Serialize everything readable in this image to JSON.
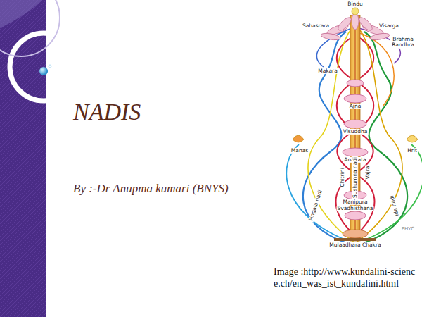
{
  "diagram": {
    "title": "NADIS",
    "caption": "Image :http://www.kundalini-science.ch/en_was_ist_kundalini.html",
    "labels": [
      "Bindu",
      "Sahasrara",
      "Visarga",
      "Brahma Randhra",
      "Makara",
      "Ajna",
      "Manas",
      "Visuddha",
      "Hrit",
      "Anahata",
      "Chitrini",
      "Sushumna nadi",
      "Vajra",
      "Manipura",
      "Svadhisthana",
      "Pingala nadi",
      "Ida nadi",
      "PHYC",
      "Mulaadhara Chakra",
      "By :-Dr Anupma kumari (BNYS)"
    ]
  }
}
